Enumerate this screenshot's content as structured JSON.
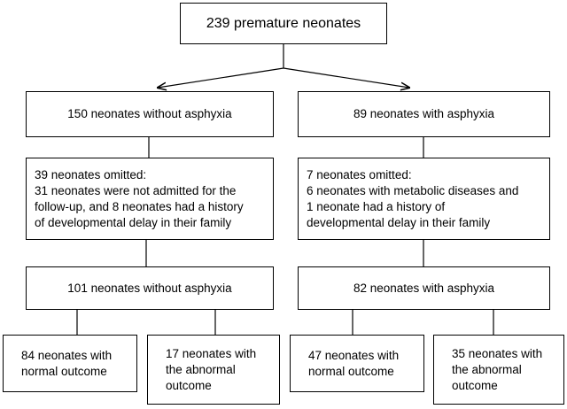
{
  "root": {
    "label": "239 premature neonates"
  },
  "left": {
    "group": "150 neonates without asphyxia",
    "omitted": [
      "39 neonates omitted:",
      "31 neonates were not admitted for the",
      "follow-up, and 8 neonates had a history",
      "of developmental delay in their family"
    ],
    "final": "101 neonates without asphyxia",
    "normal": [
      "84 neonates with",
      "normal outcome"
    ],
    "abnormal": [
      "17 neonates with",
      "the abnormal",
      "outcome"
    ]
  },
  "right": {
    "group": "89 neonates with asphyxia",
    "omitted": [
      "7 neonates omitted:",
      "6 neonates with metabolic diseases and",
      "1 neonate had a history of",
      "developmental delay in their family"
    ],
    "final": "82 neonates with asphyxia",
    "normal": [
      "47 neonates with",
      "normal outcome"
    ],
    "abnormal": [
      "35 neonates with",
      "the abnormal",
      "outcome"
    ]
  }
}
